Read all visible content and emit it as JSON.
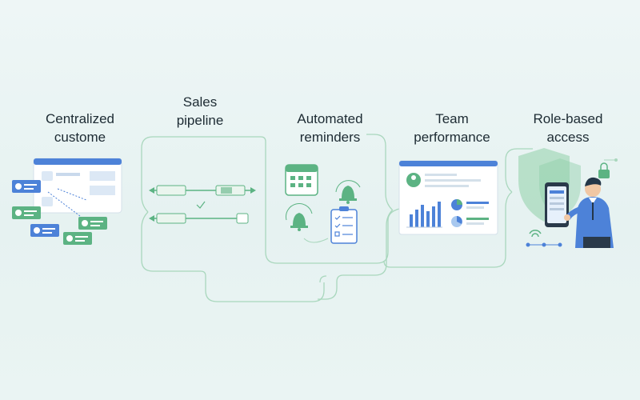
{
  "sections": [
    {
      "label": "Centralized\ncustome",
      "icon": "crm-contacts-icon"
    },
    {
      "label": "Sales\npipeline",
      "icon": "pipeline-icon"
    },
    {
      "label": "Automated\nreminders",
      "icon": "calendar-bell-icon"
    },
    {
      "label": "Team\nperformance",
      "icon": "dashboard-chart-icon"
    },
    {
      "label": "Role-based\naccess",
      "icon": "shield-user-icon"
    }
  ],
  "colors": {
    "accent_green": "#5cb383",
    "line_green": "#a9d7bd",
    "accent_blue": "#4d82d8",
    "text": "#1d2b33",
    "background": "#eaf4f3"
  }
}
